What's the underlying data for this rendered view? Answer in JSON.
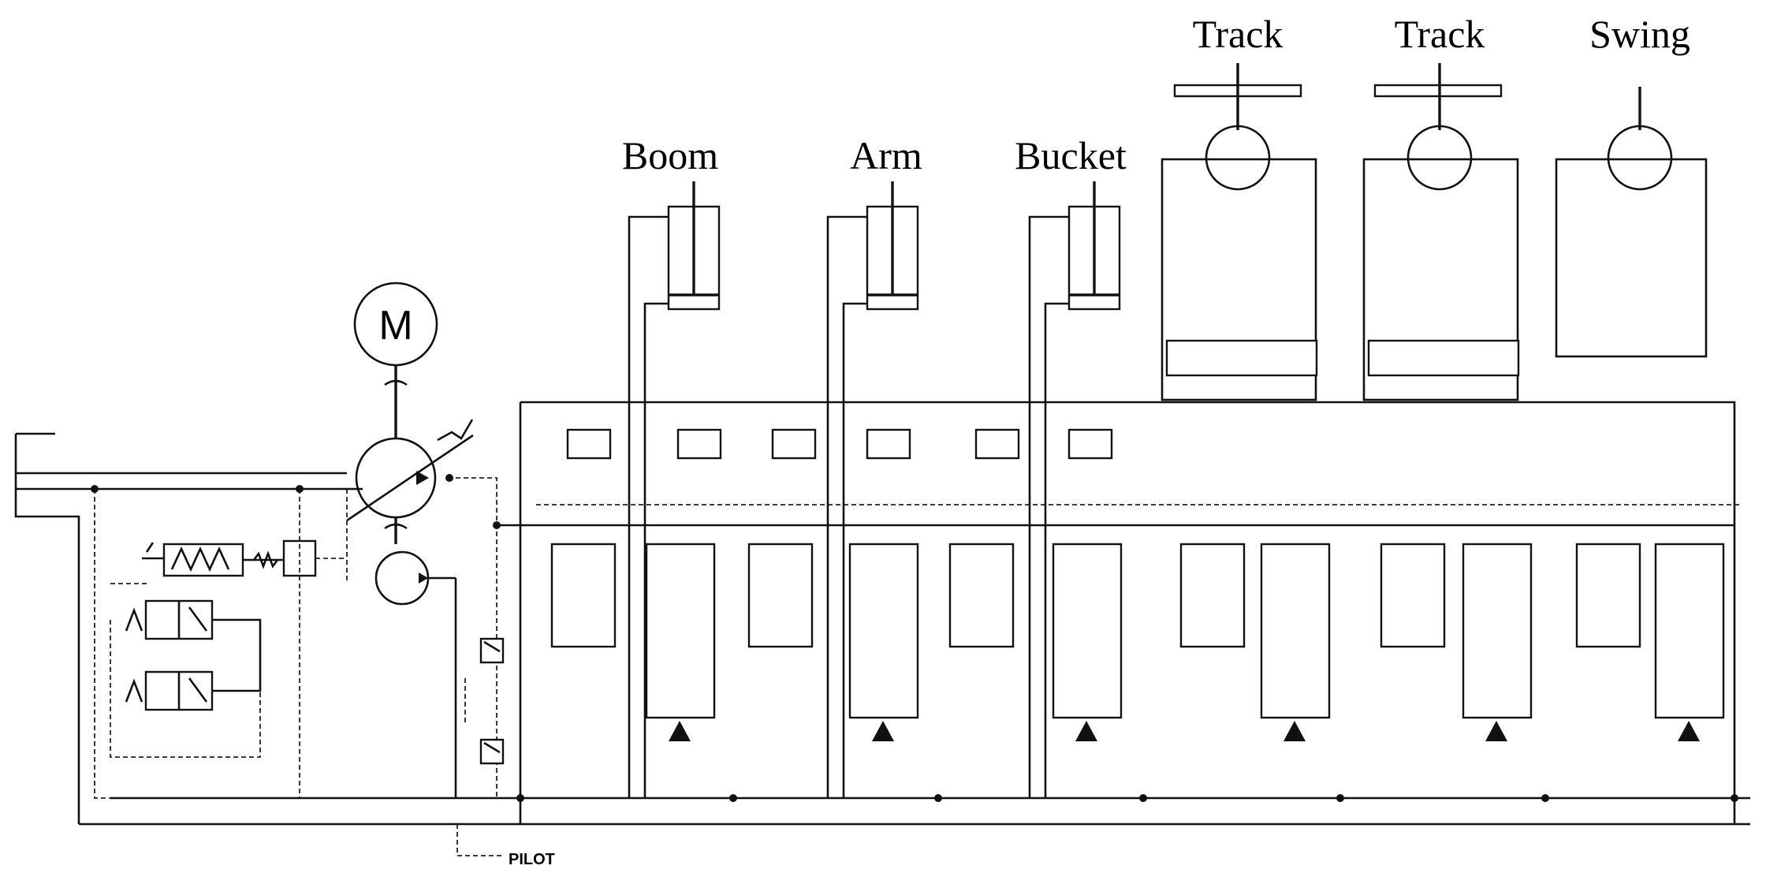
{
  "labels": {
    "boom": "Boom",
    "arm": "Arm",
    "bucket": "Bucket",
    "track_left": "Track",
    "track_right": "Track",
    "swing": "Swing",
    "motor": "M",
    "pilot": "PILOT"
  }
}
